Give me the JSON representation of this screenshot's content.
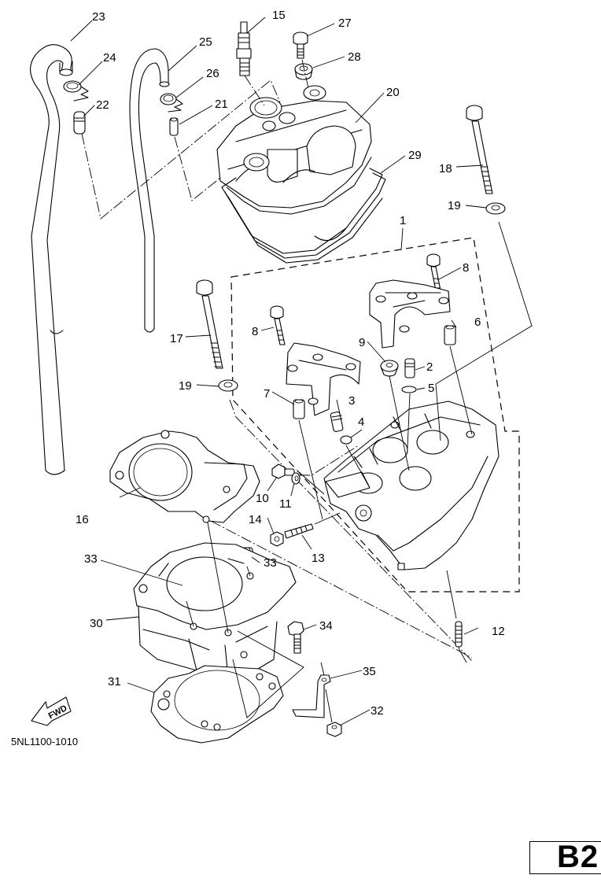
{
  "diagram": {
    "title": "Cylinder Head / Cylinder exploded parts diagram",
    "drawing_code": "5NL1100-1010",
    "page_label": "B2",
    "direction_indicator": "FWD",
    "callouts": {
      "c1": "1",
      "c2": "2",
      "c3": "3",
      "c4": "4",
      "c5": "5",
      "c6": "6",
      "c7": "7",
      "c8a": "8",
      "c8b": "8",
      "c9": "9",
      "c10": "10",
      "c11": "11",
      "c12": "12",
      "c13": "13",
      "c14": "14",
      "c15": "15",
      "c16": "16",
      "c17": "17",
      "c18": "18",
      "c19a": "19",
      "c19b": "19",
      "c20": "20",
      "c21": "21",
      "c22": "22",
      "c23": "23",
      "c24": "24",
      "c25": "25",
      "c26": "26",
      "c27": "27",
      "c28": "28",
      "c29": "29",
      "c30": "30",
      "c31": "31",
      "c32": "32",
      "c33a": "33",
      "c33b": "33",
      "c34": "34",
      "c35": "35"
    }
  }
}
